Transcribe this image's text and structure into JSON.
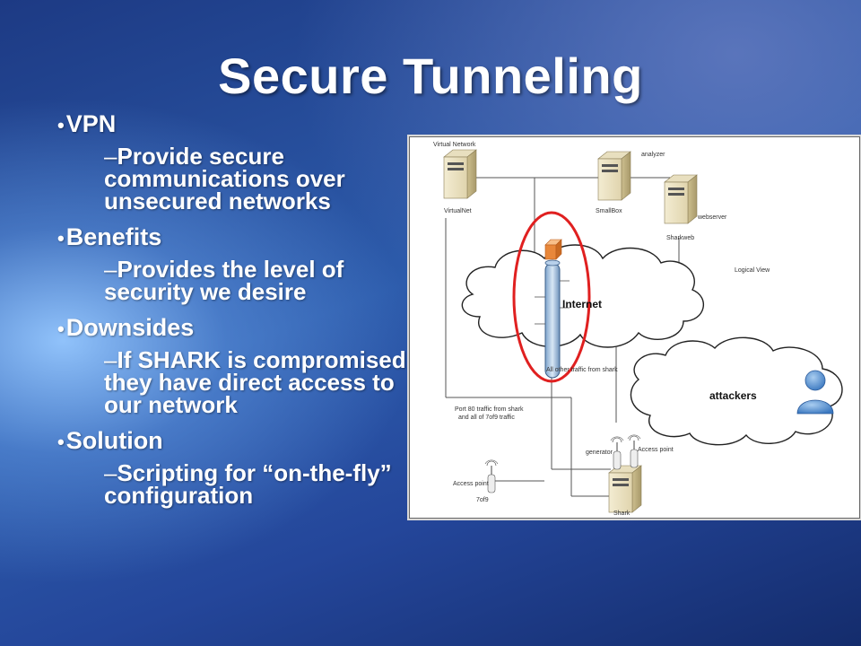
{
  "slide": {
    "title": "Secure Tunneling"
  },
  "bullets": [
    {
      "label": "VPN",
      "sub": "Provide secure communications over unsecured networks"
    },
    {
      "label": "Benefits",
      "sub": "Provides the level of security we desire"
    },
    {
      "label": "Downsides",
      "sub": "If SHARK is compromised, they have direct access to our network"
    },
    {
      "label": "Solution",
      "sub": "Scripting for “on-the-fly” configuration"
    }
  ],
  "diagram": {
    "virtual_network_label": "Virtual Network",
    "virtualnet_label": "VirtualNet",
    "smallbox_label": "SmallBox",
    "analyzer_label": "analyzer",
    "webserver_label": "webserver",
    "sharkweb_label": "Sharkweb",
    "logical_view_label": "Logical View",
    "internet_label": "Internet",
    "all_other_traffic_label": "All other traffic from shark",
    "attackers_label": "attackers",
    "port80_line1": "Port 80 traffic from shark",
    "port80_line2": "and all of 7of9 traffic",
    "generator_label": "generator",
    "access_point_right_label": "Access point",
    "access_point_left_label": "Access point",
    "sevenof9_label": "7of9",
    "shark_label": "Shark",
    "highlight_color": "#e02020"
  }
}
